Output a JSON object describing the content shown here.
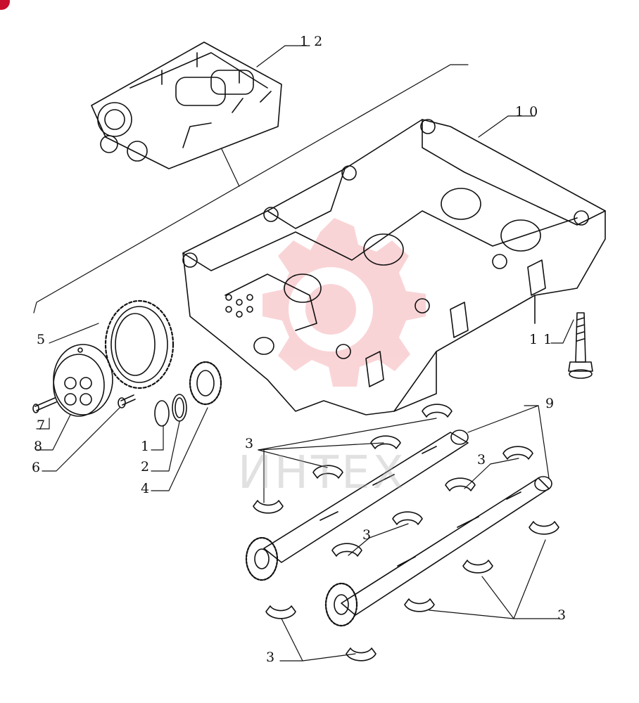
{
  "diagram": {
    "callouts": [
      {
        "id": "c12",
        "label": "12"
      },
      {
        "id": "c10",
        "label": "10"
      },
      {
        "id": "c11",
        "label": "11"
      },
      {
        "id": "c9",
        "label": "9"
      },
      {
        "id": "c5",
        "label": "5"
      },
      {
        "id": "c7",
        "label": "7"
      },
      {
        "id": "c8",
        "label": "8"
      },
      {
        "id": "c6",
        "label": "6"
      },
      {
        "id": "c1",
        "label": "1"
      },
      {
        "id": "c2",
        "label": "2"
      },
      {
        "id": "c4",
        "label": "4"
      },
      {
        "id": "c3a",
        "label": "3"
      },
      {
        "id": "c3b",
        "label": "3"
      },
      {
        "id": "c3c",
        "label": "3"
      },
      {
        "id": "c3d",
        "label": "3"
      },
      {
        "id": "c3e",
        "label": "3"
      }
    ]
  },
  "watermark": {
    "text": "ИНТЕХ",
    "color": "#e8404a"
  },
  "colors": {
    "line": "#111111",
    "accent": "#c8102e"
  }
}
